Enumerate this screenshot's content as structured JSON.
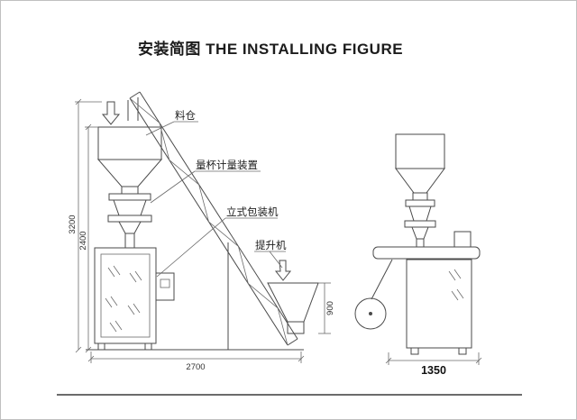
{
  "page": {
    "title": "安装简图 THE INSTALLING FIGURE"
  },
  "left_view": {
    "labels": {
      "silo": "料仓",
      "measuring_device": "量杯计量装置",
      "packing_machine": "立式包装机",
      "elevator": "提升机"
    },
    "dimensions": {
      "total_height": "3200",
      "machine_height": "2400",
      "floor_width": "2700",
      "hopper_height": "900"
    }
  },
  "right_view": {
    "dimensions": {
      "floor_width": "1350"
    }
  }
}
